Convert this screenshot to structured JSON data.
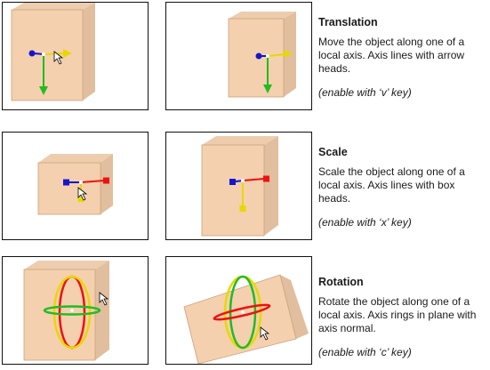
{
  "colors": {
    "box_front": "#f2c8a0",
    "box_edge": "#c9a37c",
    "axis_x": "#ee1111",
    "axis_y": "#22bb22",
    "axis_z": "#1515cc",
    "axis_selected": "#e8d800",
    "cursor": "#ffffff"
  },
  "sections": [
    {
      "title": "Translation",
      "description": "Move the object along one of a local axis. Axis lines with arrow heads.",
      "hint": "(enable with ‘v’ key)"
    },
    {
      "title": "Scale",
      "description": "Scale the object along one of a local axis. Axis lines with box heads.",
      "hint": "(enable with ‘x’ key)"
    },
    {
      "title": "Rotation",
      "description": "Rotate the object along one of a local axis. Axis rings in plane with axis normal.",
      "hint": "(enable with ‘c’ key)"
    }
  ]
}
